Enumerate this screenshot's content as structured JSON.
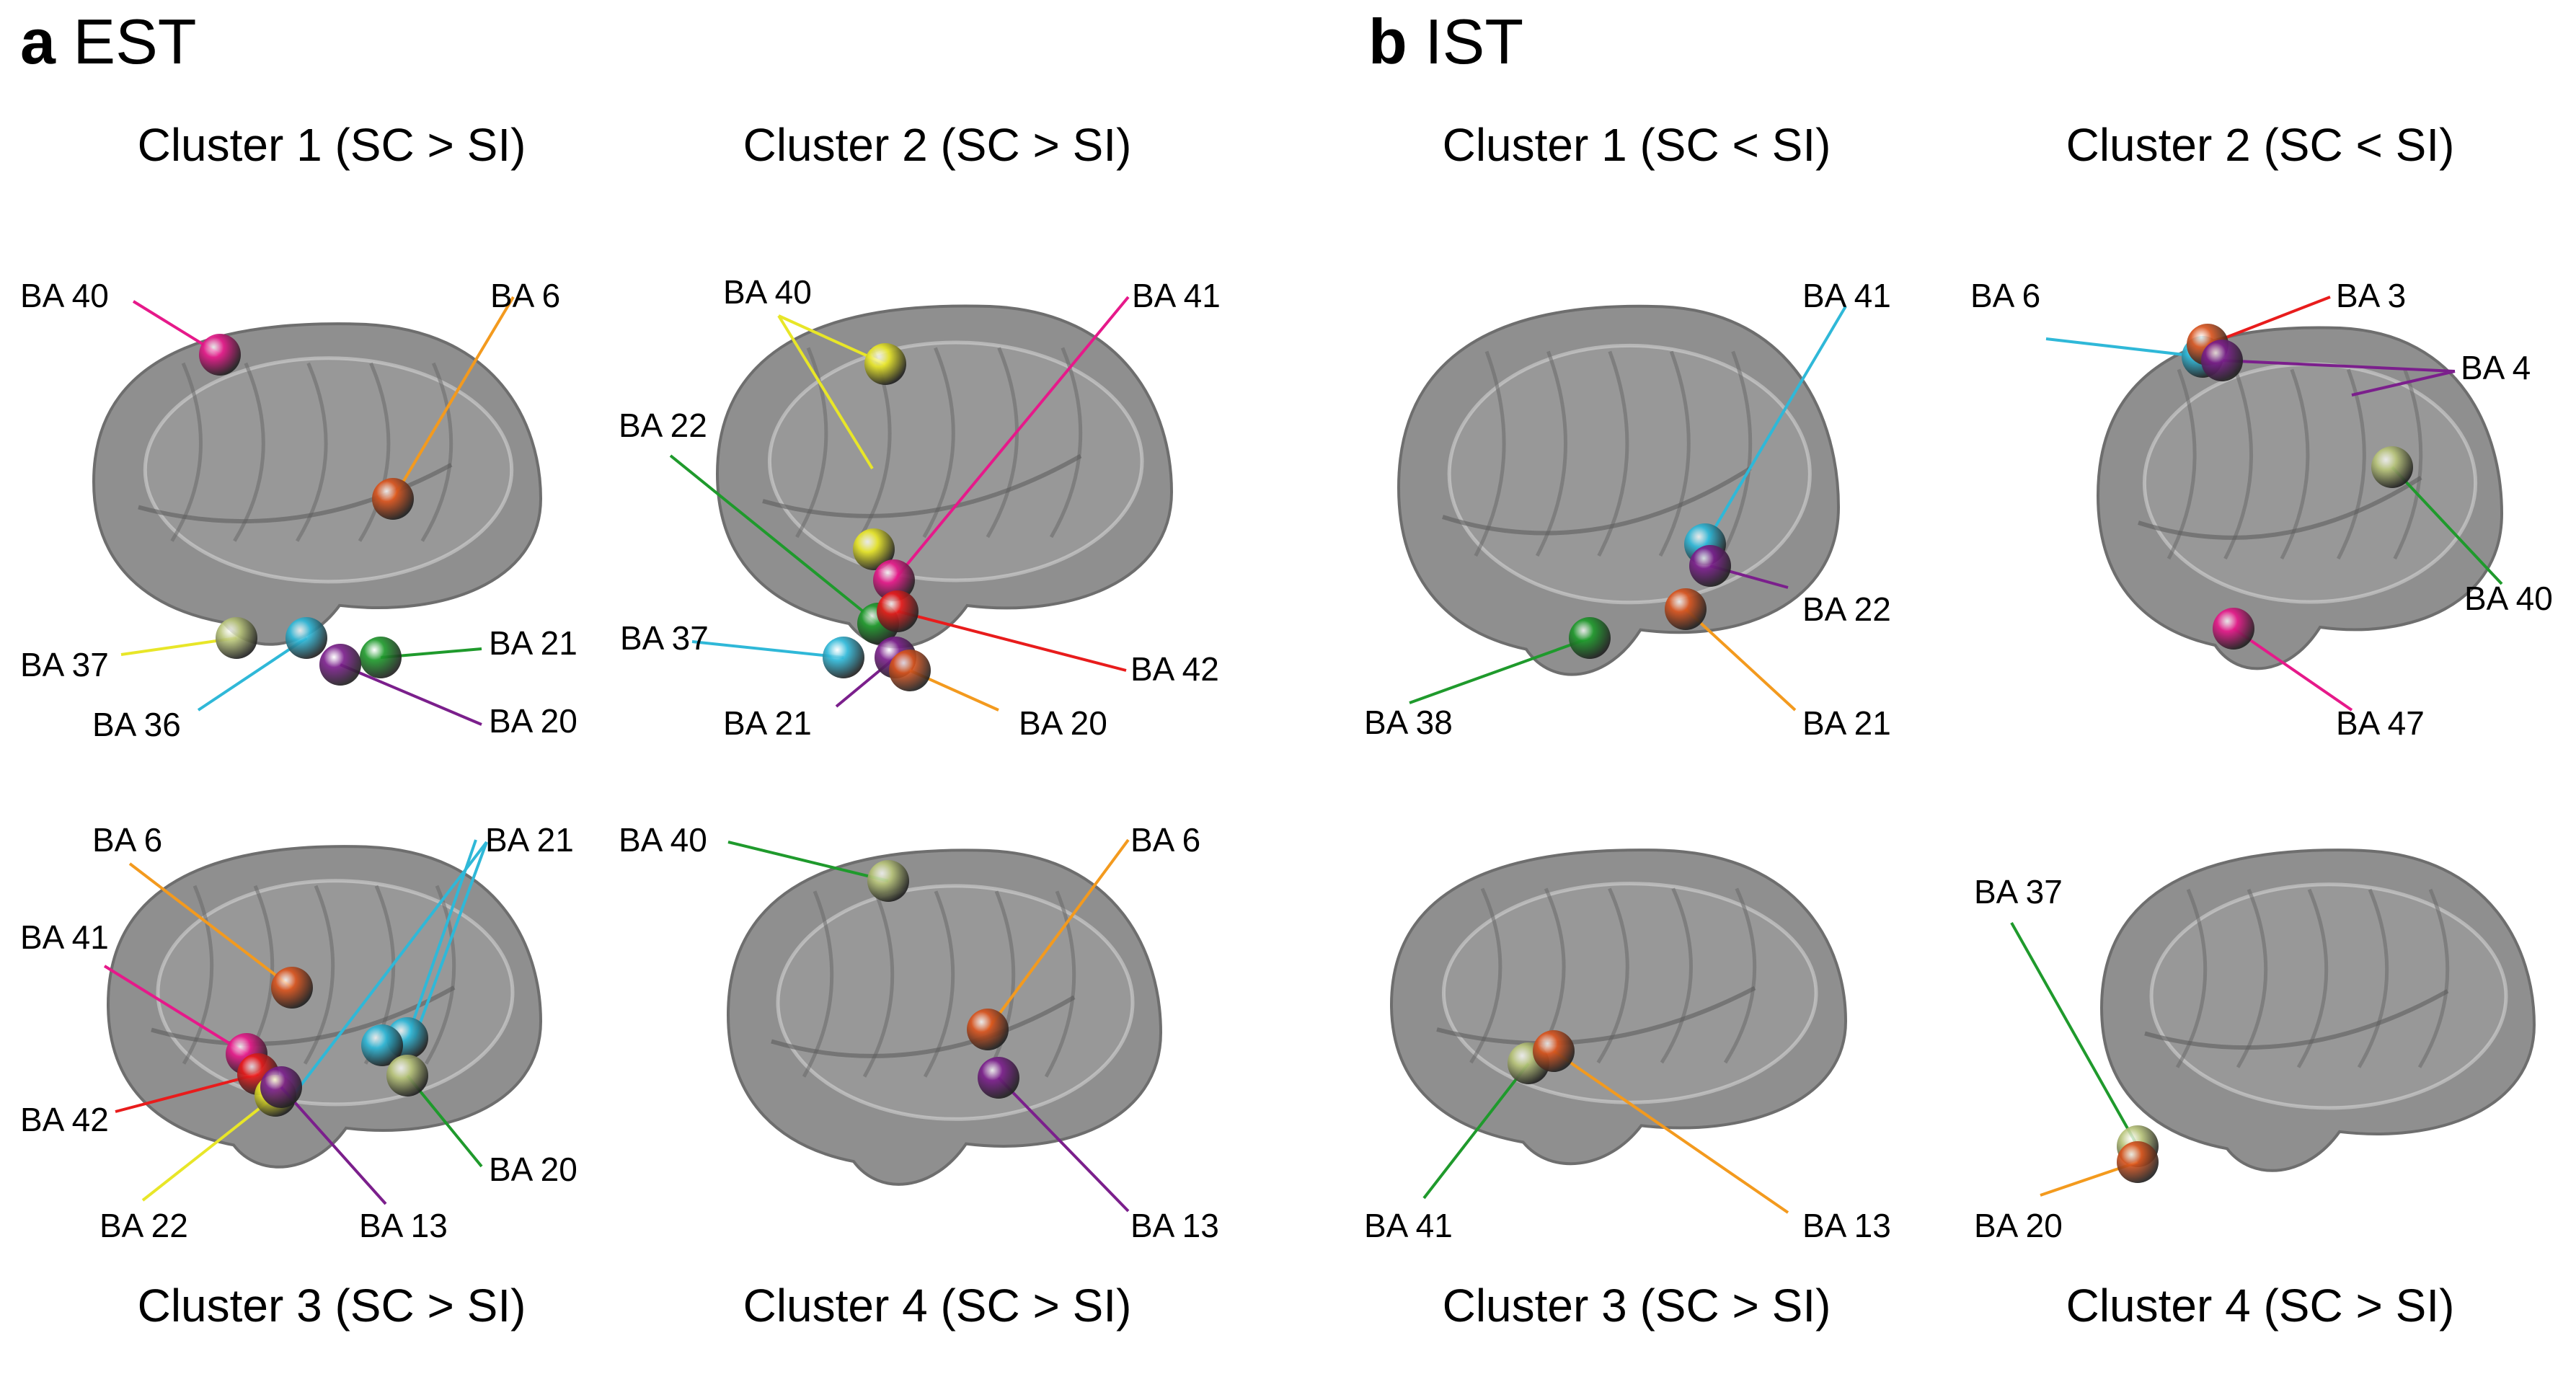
{
  "panels": [
    {
      "letter": "a",
      "name": "EST"
    },
    {
      "letter": "b",
      "name": "IST"
    }
  ],
  "colors": {
    "brain_fill": "#8f8f8f",
    "brain_overlay": "#a8a8a8",
    "brain_edge": "#6e6e6e",
    "magenta": "#e6198a",
    "orange": "#f39a1e",
    "red": "#e81c1c",
    "yellow": "#e8e628",
    "cyan": "#2fb8d8",
    "green": "#1f9a2c",
    "purple": "#7b1f8c",
    "olive": "#b8c47a",
    "rust": "#d9541e"
  },
  "clusters": [
    {
      "title": "Cluster 1 (SC > SI)",
      "labels": [
        {
          "text": "BA 40",
          "color": "magenta"
        },
        {
          "text": "BA 6",
          "color": "orange"
        },
        {
          "text": "BA 37",
          "color": "yellow"
        },
        {
          "text": "BA 36",
          "color": "cyan"
        },
        {
          "text": "BA 21",
          "color": "green"
        },
        {
          "text": "BA 20",
          "color": "purple"
        }
      ]
    },
    {
      "title": "Cluster 2 (SC > SI)",
      "labels": [
        {
          "text": "BA 40",
          "color": "yellow"
        },
        {
          "text": "BA 41",
          "color": "magenta"
        },
        {
          "text": "BA 22",
          "color": "green"
        },
        {
          "text": "BA 37",
          "color": "cyan"
        },
        {
          "text": "BA 42",
          "color": "red"
        },
        {
          "text": "BA 21",
          "color": "purple"
        },
        {
          "text": "BA 20",
          "color": "orange"
        }
      ]
    },
    {
      "title": "Cluster 3 (SC > SI)",
      "labels": [
        {
          "text": "BA 6",
          "color": "orange"
        },
        {
          "text": "BA 21",
          "color": "cyan"
        },
        {
          "text": "BA 41",
          "color": "magenta"
        },
        {
          "text": "BA 42",
          "color": "red"
        },
        {
          "text": "BA 20",
          "color": "green"
        },
        {
          "text": "BA 22",
          "color": "yellow"
        },
        {
          "text": "BA 13",
          "color": "purple"
        }
      ]
    },
    {
      "title": "Cluster 4 (SC > SI)",
      "labels": [
        {
          "text": "BA 40",
          "color": "green"
        },
        {
          "text": "BA 6",
          "color": "orange"
        },
        {
          "text": "BA 13",
          "color": "purple"
        }
      ]
    },
    {
      "title": "Cluster 1 (SC < SI)",
      "labels": [
        {
          "text": "BA 41",
          "color": "cyan"
        },
        {
          "text": "BA 22",
          "color": "purple"
        },
        {
          "text": "BA 38",
          "color": "green"
        },
        {
          "text": "BA 21",
          "color": "orange"
        }
      ]
    },
    {
      "title": "Cluster 2 (SC < SI)",
      "labels": [
        {
          "text": "BA 6",
          "color": "cyan"
        },
        {
          "text": "BA 3",
          "color": "red"
        },
        {
          "text": "BA 4",
          "color": "purple"
        },
        {
          "text": "BA 40",
          "color": "green"
        },
        {
          "text": "BA 47",
          "color": "magenta"
        }
      ]
    },
    {
      "title": "Cluster 3 (SC > SI)",
      "labels": [
        {
          "text": "BA 41",
          "color": "green"
        },
        {
          "text": "BA 13",
          "color": "orange"
        }
      ]
    },
    {
      "title": "Cluster 4 (SC > SI)",
      "labels": [
        {
          "text": "BA 37",
          "color": "green"
        },
        {
          "text": "BA 20",
          "color": "orange"
        }
      ]
    }
  ]
}
